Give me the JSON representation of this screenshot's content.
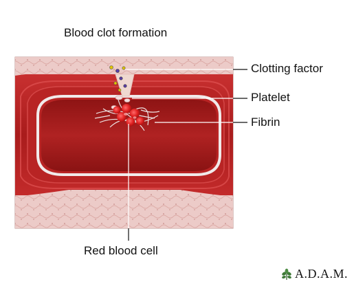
{
  "title": "Blood clot formation",
  "labels": {
    "clotting_factor": "Clotting factor",
    "platelet": "Platelet",
    "fibrin": "Fibrin",
    "red_blood_cell": "Red blood cell"
  },
  "logo": {
    "text": "A.D.A.M.",
    "icon": "leaf-sprig-icon"
  },
  "colors": {
    "vessel_wall": "#b4201f",
    "vessel_lumen": "#a41a1a",
    "tissue": "#ecc9c6",
    "red_cell": "#e02a2a",
    "fibrin": "#e8e0e0"
  }
}
